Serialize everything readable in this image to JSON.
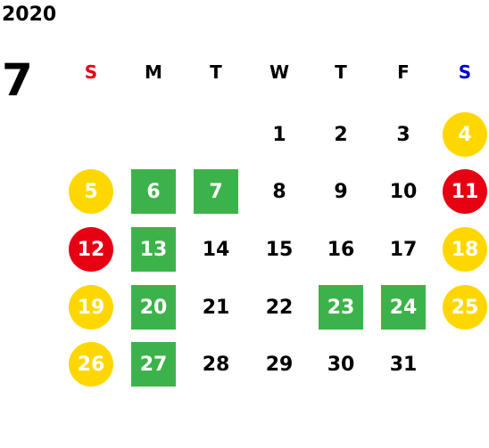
{
  "calendar": {
    "year": "2020",
    "month": "7",
    "weekdays": [
      "S",
      "M",
      "T",
      "W",
      "T",
      "F",
      "S"
    ],
    "weekday_colors": [
      "#e60012",
      "#000000",
      "#000000",
      "#000000",
      "#000000",
      "#000000",
      "#0000cc"
    ],
    "first_weekday_index": 3,
    "days_in_month": 31,
    "highlight_colors": {
      "yellow": "#ffd700",
      "red": "#e60012",
      "green": "#3cb34a"
    },
    "highlights": {
      "4": "circle-yellow",
      "5": "circle-yellow",
      "6": "square-green",
      "7": "square-green",
      "11": "circle-red",
      "12": "circle-red",
      "13": "square-green",
      "18": "circle-yellow",
      "19": "circle-yellow",
      "20": "square-green",
      "23": "square-green",
      "24": "square-green",
      "25": "circle-yellow",
      "26": "circle-yellow",
      "27": "square-green"
    }
  }
}
